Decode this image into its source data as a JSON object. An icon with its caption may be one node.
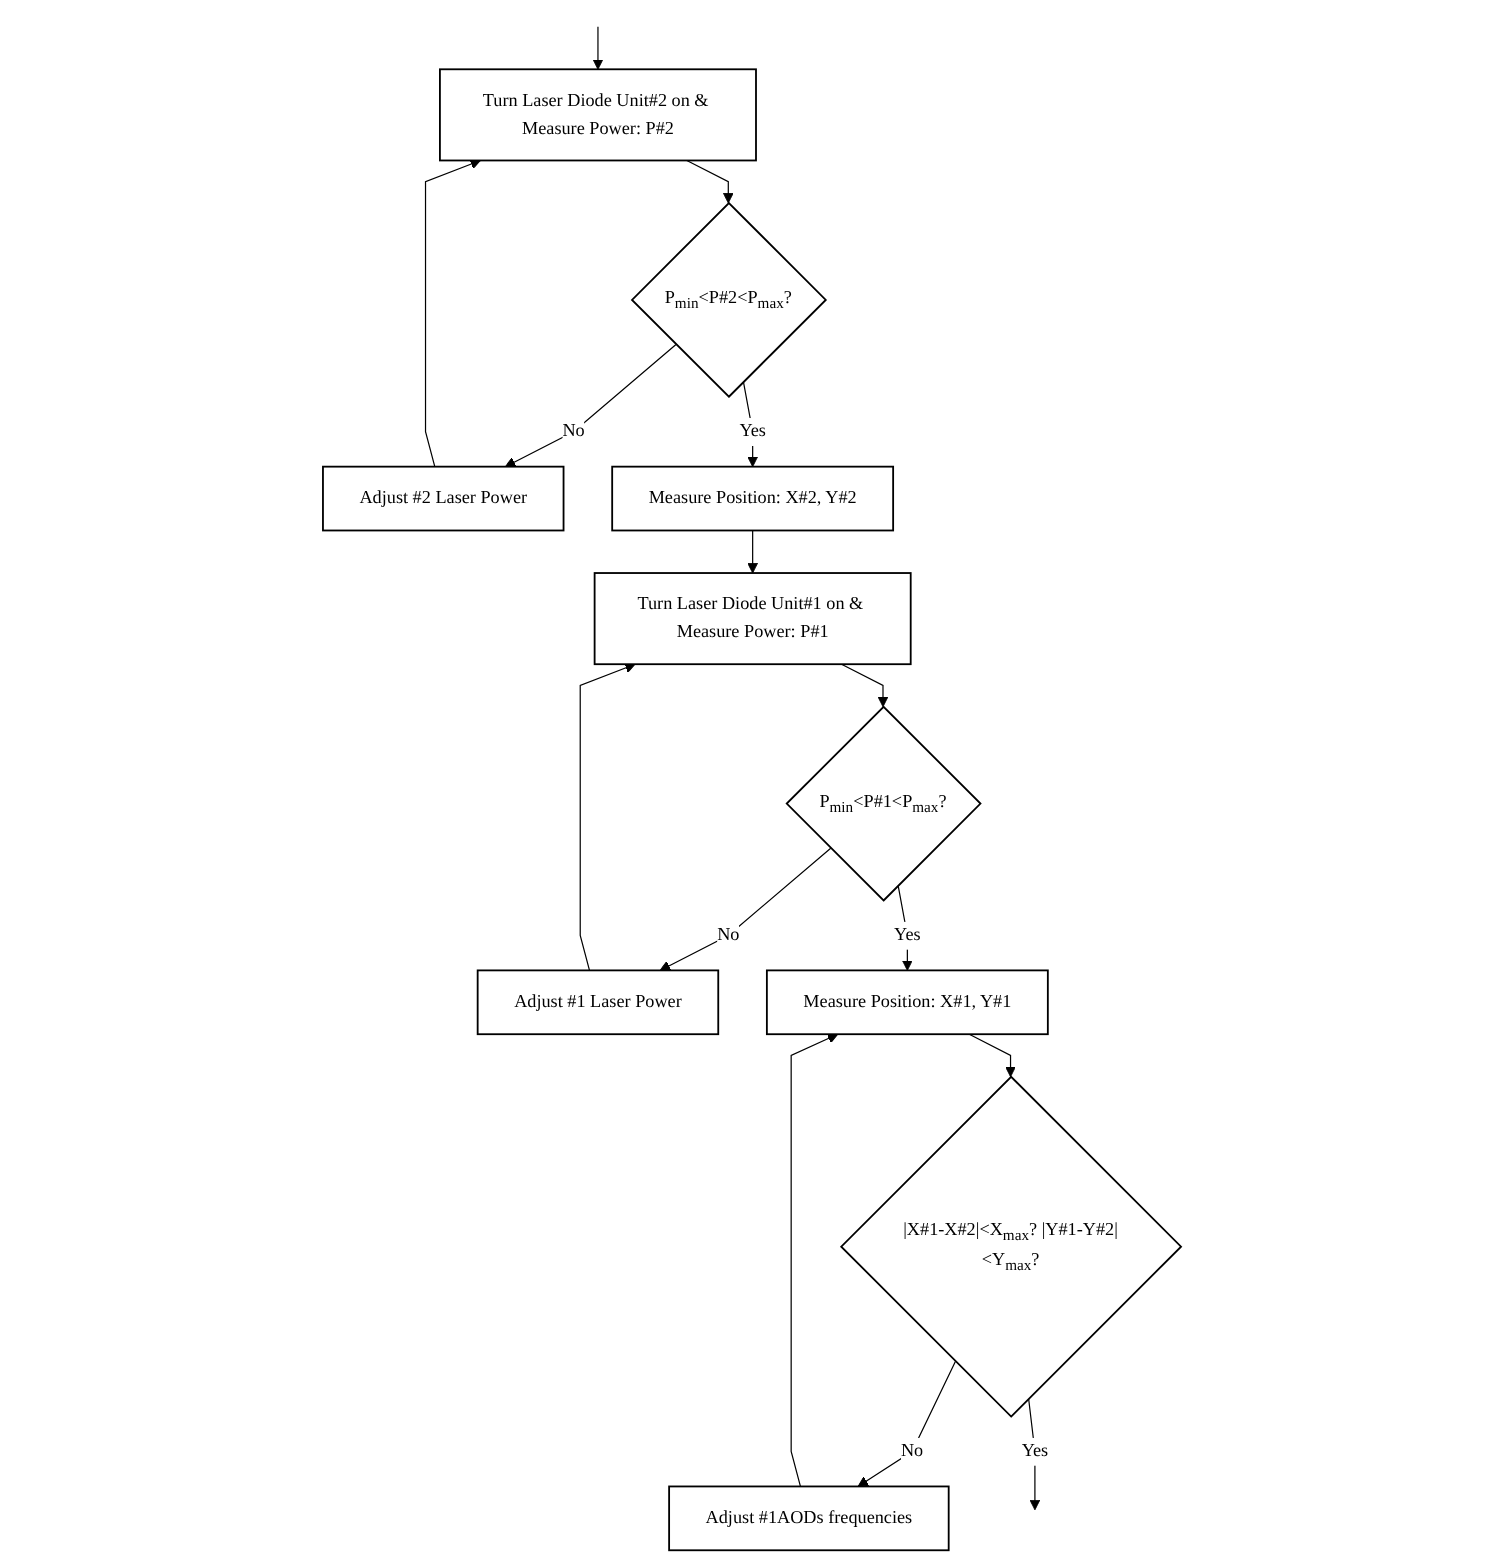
{
  "diagram": {
    "nodes": [
      {
        "text": [
          "Turn Laser Diode Unit#2 on & Measure Power: P#2"
        ]
      },
      {
        "text": [
          "Adjust #2 Laser Power"
        ]
      },
      {
        "text": [
          "P$_{min}$<P#2<P$_{max}$?"
        ]
      },
      {
        "text": [
          "Measure Position: X#2, Y#2"
        ]
      },
      {
        "text": [
          "Turn Laser Diode Unit#1 on & Measure Power: P#1"
        ]
      },
      {
        "text": [
          "Adjust #1 Laser Power"
        ]
      },
      {
        "text": [
          "P$_{min}$<P#1<P$_{max}$?"
        ]
      },
      {
        "text": [
          "Measure Position: X#1, Y#1"
        ]
      },
      {
        "text": [
          "Adjust #1AODs frequencies"
        ]
      },
      {
        "text": [
          "|X#1-X#2|<X$_{max}$? |Y#1-Y#2|<Y$_{max}$?"
        ]
      }
    ],
    "edges": [
      {
        "from": null,
        "to": 0,
        "arrow": "to"
      },
      {
        "from": 0,
        "to": 2,
        "arrow": "to"
      },
      {
        "from": 2,
        "to": 1,
        "arrow": "to",
        "label": "No"
      },
      {
        "from": 1,
        "to": 0,
        "arrow": "to"
      },
      {
        "from": 2,
        "to": 3,
        "arrow": "to",
        "label": "Yes"
      },
      {
        "from": 3,
        "to": 4,
        "arrow": "to"
      },
      {
        "from": 4,
        "to": 6,
        "arrow": "to"
      },
      {
        "from": 6,
        "to": 5,
        "arrow": "to",
        "label": "No"
      },
      {
        "from": 5,
        "to": 4,
        "arrow": "to"
      },
      {
        "from": 6,
        "to": 7,
        "arrow": "to",
        "label": "Yes"
      },
      {
        "from": 7,
        "to": 9,
        "arrow": "to"
      },
      {
        "from": 9,
        "to": 8,
        "arrow": "to",
        "label": "No"
      },
      {
        "from": 8,
        "to": 7,
        "arrow": "to"
      },
      {
        "from": 9,
        "to": null,
        "arrow": "to",
        "label": "Yes"
      }
    ]
  }
}
